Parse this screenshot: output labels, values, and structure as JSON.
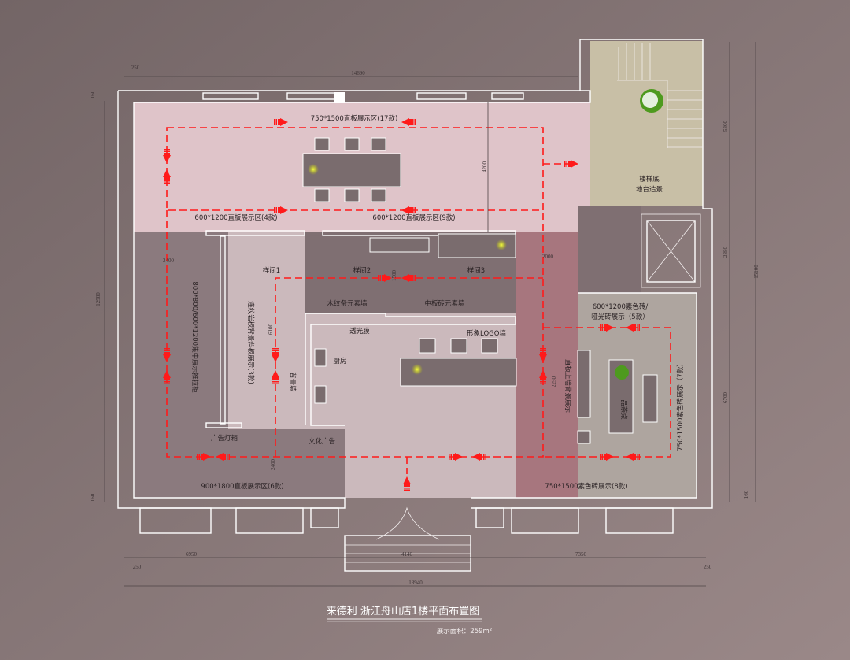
{
  "title": "来德利 浙江舟山店1楼平面布置图",
  "area": "展示面积：259m²",
  "zones": {
    "top": "750*1500直板展示区(17款)",
    "top_left_bottom": "600*1200直板展示区(4款)",
    "top_right_bottom": "600*1200直板展示区(9款)",
    "sample1": "样间1",
    "sample2": "样间2",
    "sample3": "样间3",
    "wood_wall": "木纹条元素墙",
    "mid_tile_wall": "中板砖元素墙",
    "left_cabinet": "800*800/600*1200集中展示推拉柜",
    "stone_bg": "连纹岩板背景斜板展示(3款)",
    "bg_wall": "背景墙",
    "translucent": "透光膜",
    "logo_wall": "形象LOGO墙",
    "kitchen": "厨房",
    "lightbox": "广告灯箱",
    "culture_ad": "文化广告",
    "bottom_left": "900*1800直板展示区(6款)",
    "bottom_right": "750*1500素色砖展示(8款)",
    "right_top_1": "600*1200素色砖/",
    "right_top_2": "哑光砖展示（5款）",
    "right_side": "750*1500素色砖展示（7款）",
    "straight_wall": "直板上墙背景展示",
    "tea_table": "品茶桌",
    "stair_1": "楼梯底",
    "stair_2": "地台造景"
  },
  "dimensions": {
    "top_offset": "250",
    "top_total": "14690",
    "left_top": "160",
    "left_total": "12980",
    "left_bottom": "160",
    "right_stair": "5300",
    "right_mid": "2880",
    "right_total": "15100",
    "right_low": "6700",
    "right_bottom": "160",
    "inner_2400a": "2400",
    "inner_6100": "6100",
    "inner_1500": "1500",
    "inner_2000": "2000",
    "inner_4200": "4200",
    "inner_2250": "2250",
    "inner_2400b": "2400",
    "bottom_left": "6950",
    "bottom_door": "4140",
    "bottom_right": "7350",
    "bottom_left_off": "250",
    "bottom_right_off": "250",
    "bottom_total": "18940"
  },
  "colors": {
    "background": "#7d6f70",
    "path": "#ff1a1a",
    "pink_zone": "#dfc4c9",
    "dark_zone": "#8b7a7e",
    "light_zone": "#cbb9bc",
    "red_stripe": "#a7767e",
    "grey_zone": "#aea59f",
    "stair_zone": "#c8bfa6"
  }
}
